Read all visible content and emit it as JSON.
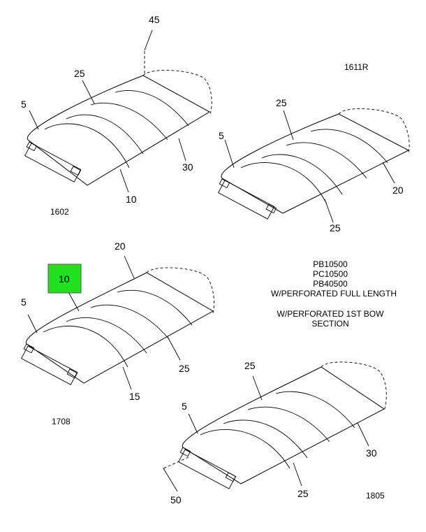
{
  "callouts": {
    "a_45": "45",
    "a_25": "25",
    "a_5": "5",
    "a_30": "30",
    "a_10": "10",
    "b_25_top": "25",
    "b_5": "5",
    "b_20": "20",
    "b_25_bottom": "25",
    "c_20": "20",
    "c_10_highlighted": "10",
    "c_5": "5",
    "c_25": "25",
    "c_15": "15",
    "d_25_top": "25",
    "d_5": "5",
    "d_30": "30",
    "d_25_bottom": "25",
    "d_50": "50"
  },
  "view_labels": {
    "a": "1602",
    "b": "1611R",
    "c": "1708",
    "d": "1805"
  },
  "notes": {
    "line1": "PB10500",
    "line2": "PC10500",
    "line3": "PB40500",
    "line4": "W/PERFORATED FULL LENGTH",
    "line5": "W/PERFORATED 1ST BOW",
    "line6": "SECTION"
  },
  "highlight_color": "#22e022"
}
